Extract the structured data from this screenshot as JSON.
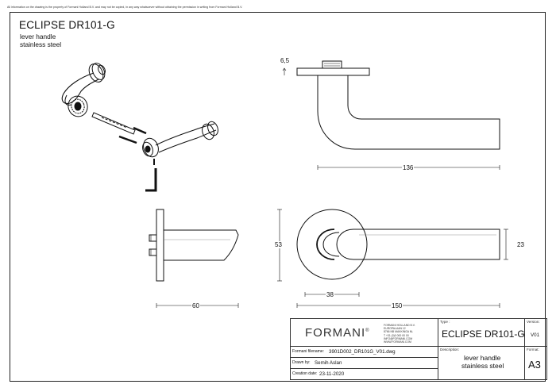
{
  "notice": "All information on the drawing is the property of Formani Holland B.V. and may not be copied, in any way whatsoever without obtaining the permission in writing from Formani Holland B.V.",
  "product": {
    "title": "ECLIPSE DR101-G",
    "subtitle_line1": "lever handle",
    "subtitle_line2": "stainless steel"
  },
  "dimensions": {
    "rose_thickness": "6,5",
    "lever_length": "136",
    "projection": "60",
    "rose_diameter": "53",
    "rose_radius": "38",
    "overall_length": "150",
    "lever_thickness": "23"
  },
  "title_block": {
    "brand": "FORMANI",
    "brand_mark": "®",
    "address_lines": [
      "FORMANI HOLLAND B.V.",
      "EUROPALAAN 12",
      "8766 NB MAKKINGA NL",
      "T +31 (0)0 000 00 00",
      "INFO@FORMANI.COM",
      "WWW.FORMANI.COM"
    ],
    "filename_label": "Formani filename:",
    "filename": "3901D002_DR101G_V01.dwg",
    "drawn_label": "Drawn by:",
    "drawn_by": "Semih Aslan",
    "created_label": "Creation date:",
    "created": "23-11-2020",
    "type_label": "Type :",
    "type": "ECLIPSE DR101-G",
    "version_label": "Version:",
    "version": "V01",
    "description_label": "Description:",
    "description_line1": "lever handle",
    "description_line2": "stainless steel",
    "format_label": "Format:",
    "format": "A3"
  }
}
